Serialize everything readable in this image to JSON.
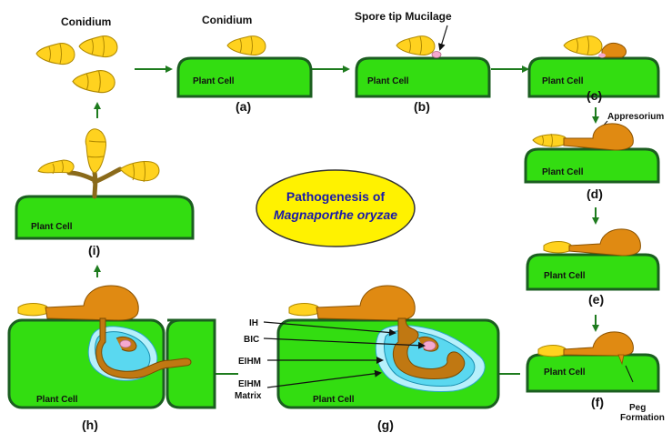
{
  "title": {
    "line1": "Pathogenesis of",
    "line2": "Magnaporthe oryzae"
  },
  "labels": {
    "conidium_top_left": "Conidium",
    "conidium_a": "Conidium",
    "spore_tip": "Spore tip Mucilage",
    "appresorium": "Appresorium",
    "peg": "Peg",
    "formation": "Formation",
    "ih": "IH",
    "bic": "BIC",
    "eihm": "EIHM",
    "eihm_matrix_1": "EIHM",
    "eihm_matrix_2": "Matrix"
  },
  "cell_label": "Plant Cell",
  "stages": {
    "a": "(a)",
    "b": "(b)",
    "c": "(c)",
    "d": "(d)",
    "e": "(e)",
    "f": "(f)",
    "g": "(g)",
    "h": "(h)",
    "i": "(i)"
  },
  "colors": {
    "cell_fill": "#33dd11",
    "cell_stroke": "#1b5e20",
    "spore": "#ffd21f",
    "spore_stroke": "#b08900",
    "fungus": "#e08a12",
    "fungus_stroke": "#8a5200",
    "membrane": "#5ad8f0",
    "mucilage": "#f5a9d0",
    "title_fill": "#fff200",
    "title_text": "#1a1aa8",
    "arrow": "#1e7b1e"
  }
}
